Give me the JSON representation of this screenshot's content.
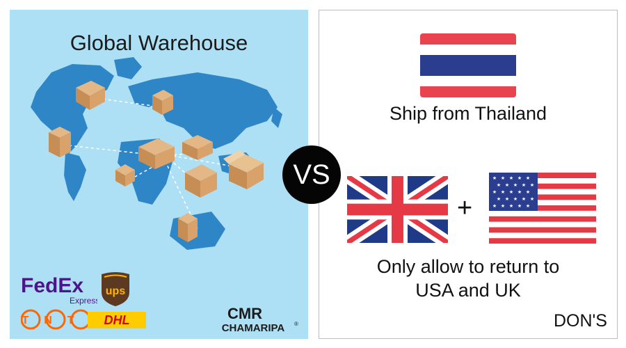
{
  "left": {
    "title": "Global Warehouse",
    "carriers": {
      "fedex_main": "FedEx",
      "fedex_sub": "Express",
      "ups": "ups",
      "tnt": "TNT",
      "dhl": "DHL"
    },
    "brand": {
      "top": "CMR",
      "bottom": "CHAMARIPA",
      "mark": "®"
    }
  },
  "vs_label": "VS",
  "right": {
    "ship_caption": "Ship from Thailand",
    "plus": "+",
    "return_line1": "Only allow to return to",
    "return_line2": "USA and UK",
    "watermark": "DON'S"
  },
  "colors": {
    "left_bg": "#aee0f5",
    "map_blue": "#2f86c6",
    "fedex_purple": "#4d148c",
    "fedex_orange": "#ff6600",
    "ups_brown": "#5c3a21",
    "ups_gold": "#ffb500",
    "tnt_orange": "#ff6600",
    "dhl_yellow": "#ffcc00",
    "dhl_red": "#d40511",
    "flag_red": "#e8434f",
    "flag_blue": "#2b3d8f",
    "uk_blue": "#1f3b88",
    "us_red": "#e63946"
  }
}
